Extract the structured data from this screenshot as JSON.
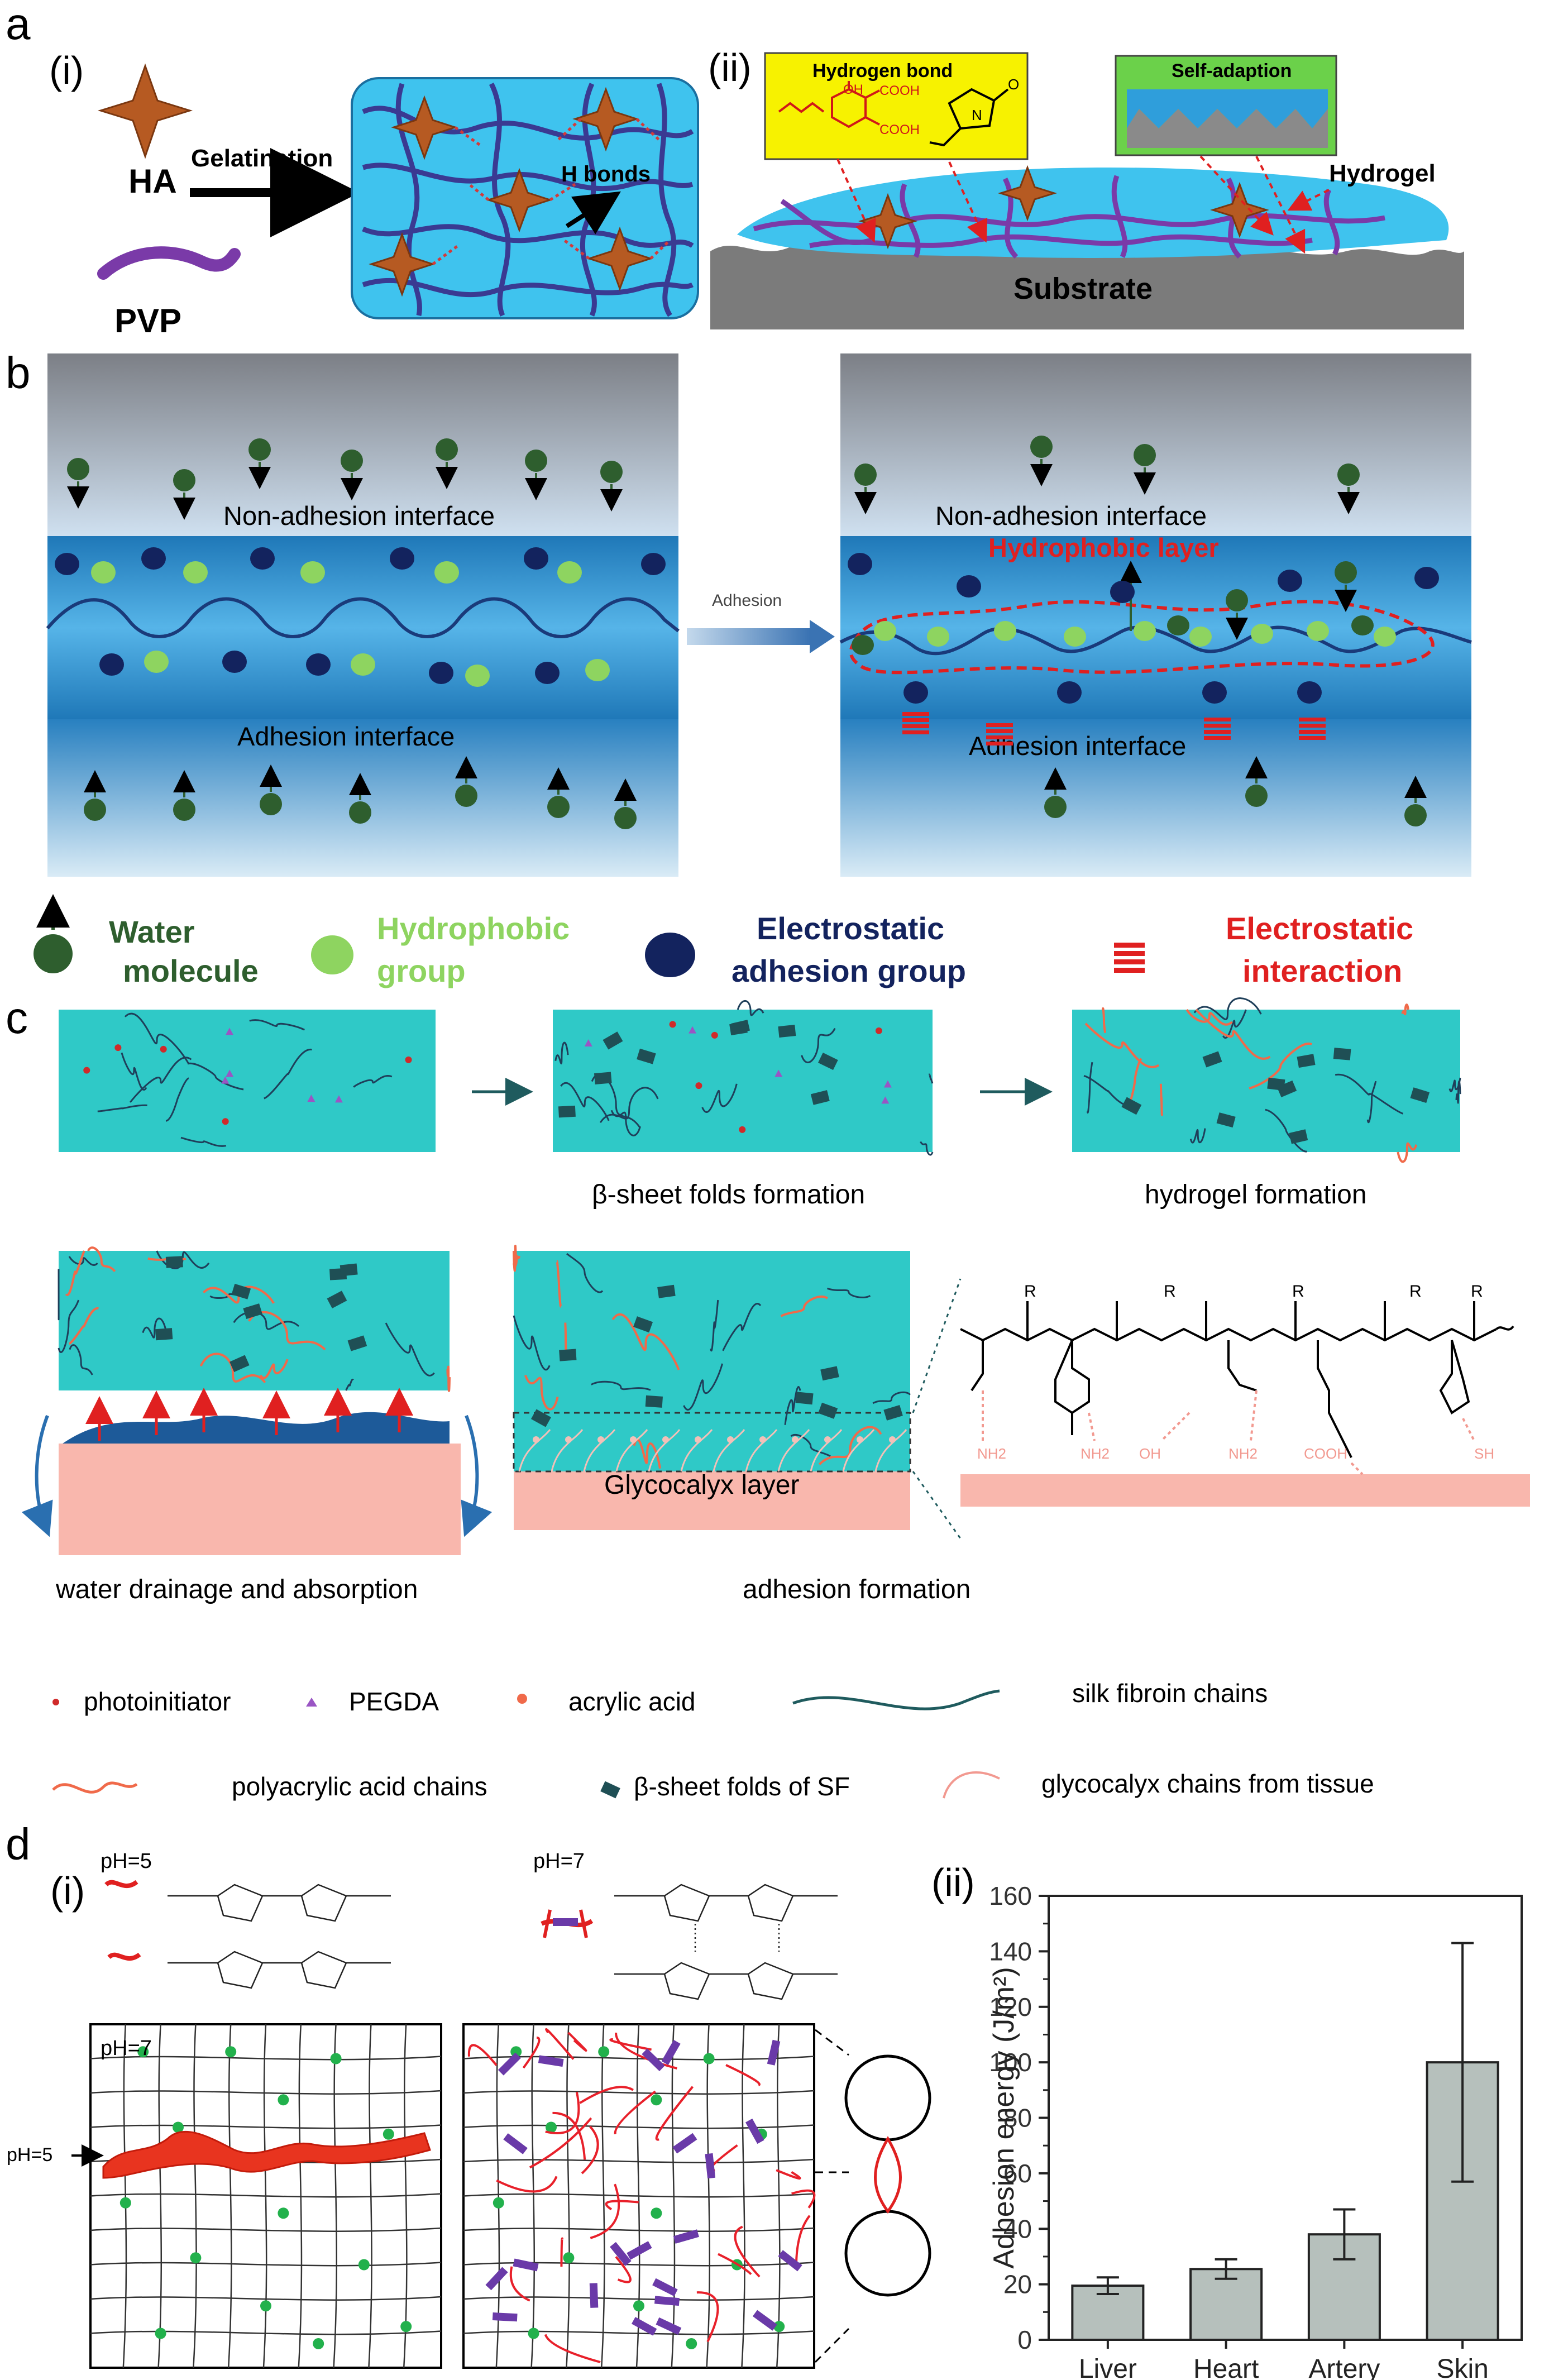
{
  "panels": {
    "a": {
      "letter": "a",
      "sub_i": "(i)",
      "sub_ii": "(ii)",
      "ha": "HA",
      "pvp": "PVP",
      "gelatination": "Gelatination",
      "h_bonds": "H bonds",
      "hydrogen_bond": "Hydrogen bond",
      "self_adaption": "Self-adaption",
      "hydrogel": "Hydrogel",
      "substrate": "Substrate",
      "oh": "OH",
      "cooh": "COOH",
      "n": "N",
      "o": "O"
    },
    "b": {
      "letter": "b",
      "non_adhesion_left": "Non-adhesion interface",
      "adhesion_left": "Adhesion interface",
      "arrow_label": "Adhesion",
      "non_adhesion_right": "Non-adhesion interface",
      "hydrophobic_layer": "Hydrophobic layer",
      "adhesion_right": "Adhesion interface",
      "legend": [
        {
          "line1": "Water",
          "line2": "molecule",
          "color": "#2e5e2e"
        },
        {
          "line1": "Hydrophobic",
          "line2": "group",
          "color": "#8ed460"
        },
        {
          "line1": "Electrostatic",
          "line2": "adhesion group",
          "color": "#13235e"
        },
        {
          "line1": "Electrostatic",
          "line2": "interaction",
          "color": "#e02020"
        }
      ]
    },
    "c": {
      "letter": "c",
      "beta_sheet": "β-sheet folds formation",
      "hydrogel_formation": "hydrogel formation",
      "glycocalyx_layer": "Glycocalyx layer",
      "water_drainage": "water drainage and absorption",
      "adhesion_formation": "adhesion formation",
      "groups": [
        "NH2",
        "NH2",
        "OH",
        "NH2",
        "COOH",
        "SH"
      ],
      "r_label": "R",
      "legend": {
        "photoinitiator": "photoinitiator",
        "pegda": "PEGDA",
        "acrylic_acid": "acrylic acid",
        "silk_fibroin": "silk fibroin chains",
        "polyacrylic": "polyacrylic acid chains",
        "beta_folds": "β-sheet folds of SF",
        "glycocalyx_chains": "glycocalyx chains from tissue"
      }
    },
    "d": {
      "letter": "d",
      "sub_i": "(i)",
      "sub_ii": "(ii)",
      "ph5": "pH=5",
      "ph7": "pH=7",
      "ph7_grid": "pH=7",
      "ph5_side": "pH=5"
    }
  },
  "chart_data": {
    "type": "bar",
    "categories": [
      "Liver",
      "Heart",
      "Artery",
      "Skin"
    ],
    "values": [
      19.5,
      25.5,
      38,
      100
    ],
    "errors": [
      3,
      3.5,
      9,
      43
    ],
    "xlabel": "",
    "ylabel": "Adhesion energy (J/m²)",
    "ylim": [
      0,
      160
    ],
    "yticks": [
      0,
      20,
      40,
      60,
      80,
      100,
      120,
      140,
      160
    ],
    "bar_color": "#b6c0bc"
  }
}
